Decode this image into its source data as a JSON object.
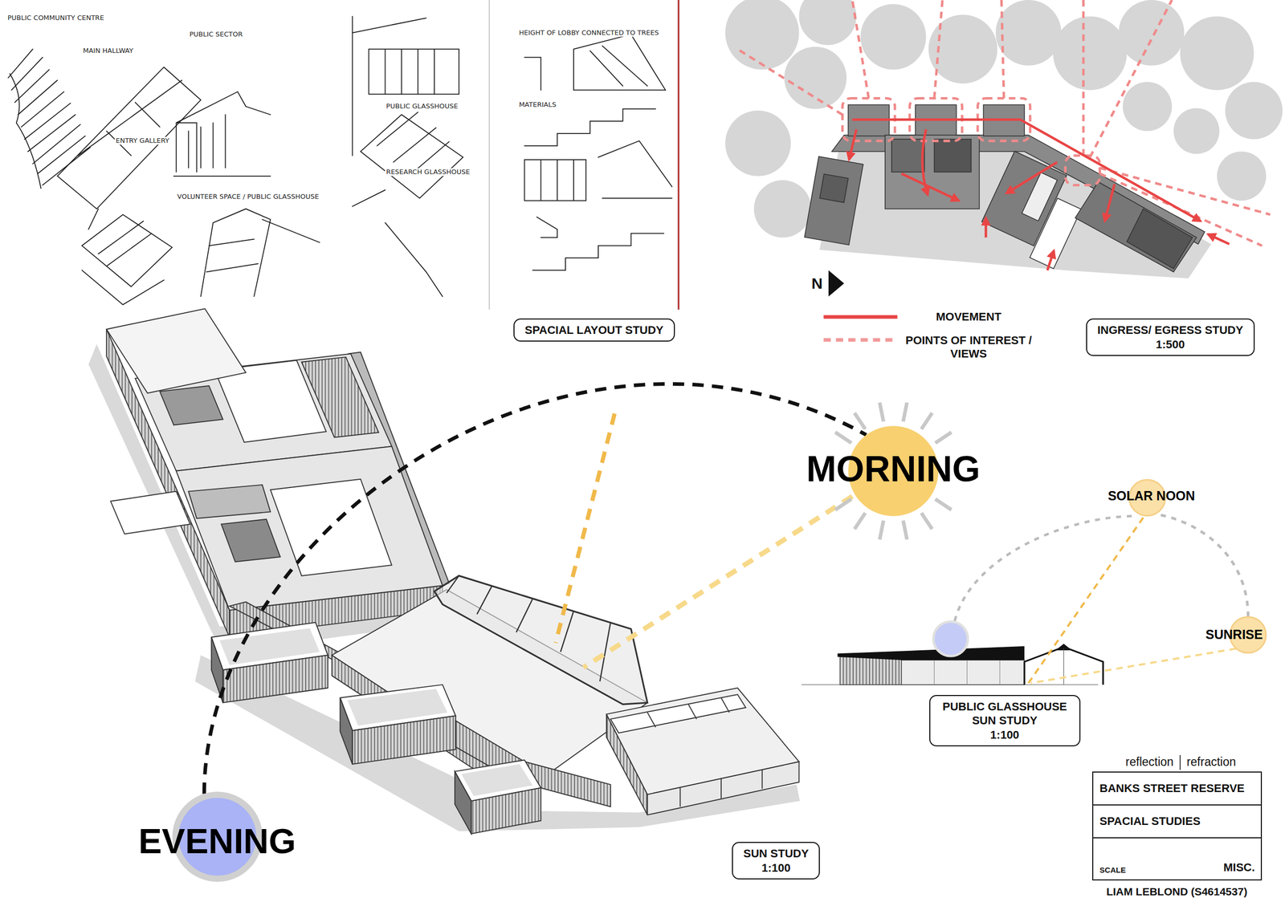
{
  "diagram": {
    "nodes": [
      {
        "text": [
          "SPACIAL LAYOUT STUDY"
        ]
      },
      {
        "text": [
          "INGRESS/ EGRESS STUDY",
          "1:500"
        ]
      },
      {
        "text": [
          "MORNING"
        ]
      },
      {
        "text": [
          "SOLAR NOON"
        ]
      },
      {
        "text": [
          "SUNRISE"
        ]
      },
      {
        "text": [
          "PUBLIC GLASSHOUSE SUN STUDY",
          "1:100"
        ]
      },
      {
        "text": [
          "EVENING"
        ]
      },
      {
        "text": [
          "SUN STUDY",
          "1:100"
        ]
      },
      {
        "text": [
          "BANKS STREET RESERVE",
          "SPACIAL STUDIES",
          "SCALE",
          "MISC."
        ]
      }
    ],
    "edges": [
      {
        "from": 6,
        "to": 2,
        "arrow": "none"
      },
      {
        "from": 4,
        "to": 3,
        "arrow": "none"
      }
    ],
    "labels": [
      "PUBLIC COMMUNITY CENTRE",
      "MAIN HALLWAY",
      "PUBLIC SECTOR",
      "ENTRY GALLERY",
      "VOLUNTEER SPACE / PUBLIC GLASSHOUSE",
      "PUBLIC GLASSHOUSE",
      "RESEARCH GLASSHOUSE",
      "HEIGHT OF LOBBY CONNECTED TO TREES",
      "MATERIALS",
      "N",
      "reflection",
      "refraction",
      "LIAM LEBLOND (S4614537)"
    ],
    "legend": [
      {
        "text": "MOVEMENT"
      },
      {
        "text": "POINTS OF INTEREST / VIEWS"
      }
    ]
  }
}
